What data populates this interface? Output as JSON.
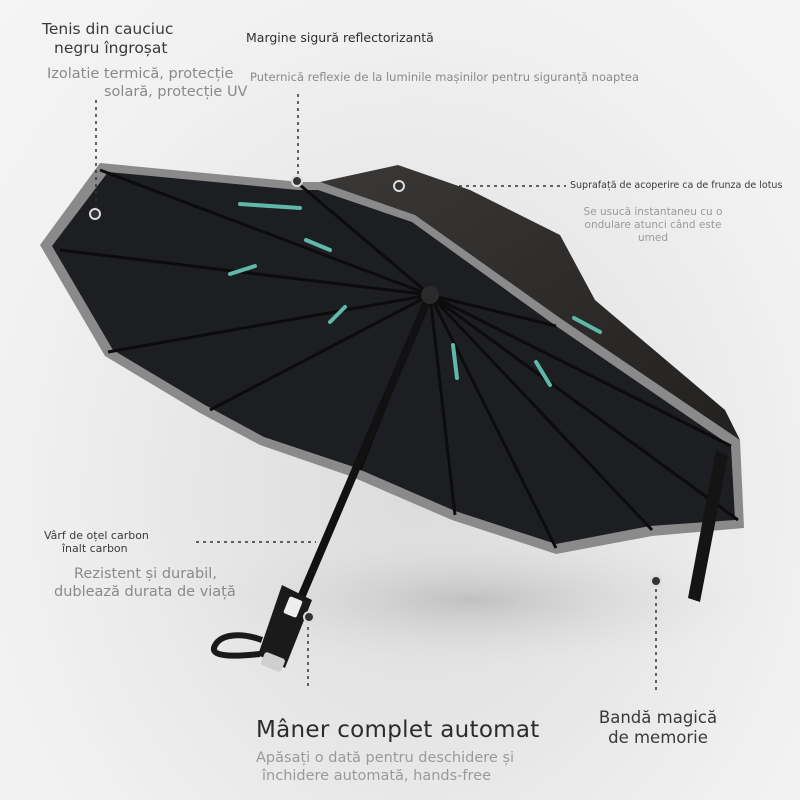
{
  "callouts": {
    "rubber": {
      "title_line1": "Tenis din cauciuc",
      "title_line2": "negru îngroșat",
      "desc_line1": "Izolatie termică, protecție",
      "desc_line2": "solară, protecție UV"
    },
    "reflective": {
      "title": "Margine sigură reflectorizantă",
      "desc": "Puternică reflexie de la luminile mașinilor pentru siguranță noaptea"
    },
    "lotus": {
      "title": "Suprafață de acoperire ca de frunza de lotus",
      "desc_line1": "Se usucă instantaneu cu o",
      "desc_line2": "ondulare atunci când este",
      "desc_line3": "umed"
    },
    "steel": {
      "title_line1": "Vârf de oțel carbon",
      "title_line2": "înalt carbon",
      "desc_line1": "Rezistent și durabil,",
      "desc_line2": "dublează durata de viață"
    },
    "handle": {
      "title": "Mâner complet automat",
      "desc_line1": "Apăsați o dată pentru deschidere și",
      "desc_line2": "închidere automată, hands-free"
    },
    "band": {
      "title_line1": "Bandă magică",
      "title_line2": "de memorie"
    }
  },
  "colors": {
    "canopy": "#1c1e22",
    "canopy_outer": "#2a2826",
    "reflective_edge": "#8a8a8a",
    "rib_accent": "#5fb8a8",
    "leader": "#333333"
  }
}
